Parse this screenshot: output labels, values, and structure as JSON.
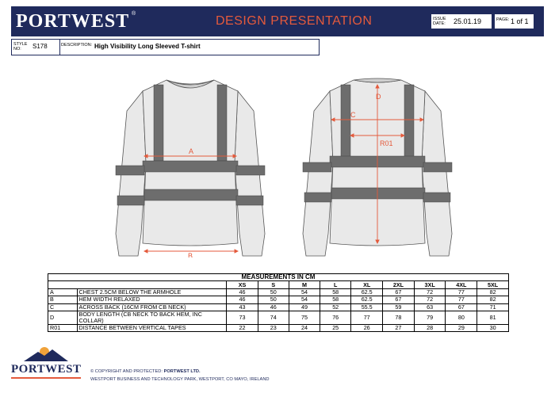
{
  "header": {
    "brand": "PORTWEST",
    "title": "DESIGN PRESENTATION",
    "issue_date_label": "ISSUE DATE:",
    "issue_date": "25.01.19",
    "page_label": "PAGE:",
    "page_value": "1 of 1"
  },
  "style": {
    "style_label": "STYLE NO:",
    "style_no": "S178",
    "description_label": "DESCRIPTION:",
    "description": "High Visibility Long Sleeved T-shirt"
  },
  "drawing": {
    "front_labels": {
      "a": "A",
      "b": "B"
    },
    "back_labels": {
      "c": "C",
      "d": "D",
      "r01": "R01"
    },
    "colors": {
      "garment": "#e9e9e9",
      "tape": "#6d6d6d",
      "accent": "#e45a3c"
    }
  },
  "measurements": {
    "title": "MEASUREMENTS IN CM",
    "sizes": [
      "XS",
      "S",
      "M",
      "L",
      "XL",
      "2XL",
      "3XL",
      "4XL",
      "5XL"
    ],
    "rows": [
      {
        "code": "A",
        "desc": "CHEST 2.5CM BELOW THE ARMHOLE",
        "values": [
          "46",
          "50",
          "54",
          "58",
          "62.5",
          "67",
          "72",
          "77",
          "82"
        ]
      },
      {
        "code": "B",
        "desc": "HEM WIDTH RELAXED",
        "values": [
          "46",
          "50",
          "54",
          "58",
          "62.5",
          "67",
          "72",
          "77",
          "82"
        ]
      },
      {
        "code": "C",
        "desc": "ACROSS BACK (16CM FROM CB NECK)",
        "values": [
          "43",
          "46",
          "49",
          "52",
          "55.5",
          "59",
          "63",
          "67",
          "71"
        ]
      },
      {
        "code": "D",
        "desc": "BODY LENGTH (CB NECK TO BACK HEM, INC COLLAR)",
        "values": [
          "73",
          "74",
          "75",
          "76",
          "77",
          "78",
          "79",
          "80",
          "81"
        ]
      },
      {
        "code": "R01",
        "desc": "DISTANCE BETWEEN VERTICAL TAPES",
        "values": [
          "22",
          "23",
          "24",
          "25",
          "26",
          "27",
          "28",
          "29",
          "30"
        ]
      }
    ]
  },
  "footer": {
    "brand": "PORTWEST",
    "copyright_prefix": "© COPYRIGHT AND PROTECTED: ",
    "company": "PORTWEST LTD.",
    "address": "WESTPORT BUSINESS AND TECHNOLOGY PARK, WESTPORT, CO MAYO, IRELAND"
  }
}
